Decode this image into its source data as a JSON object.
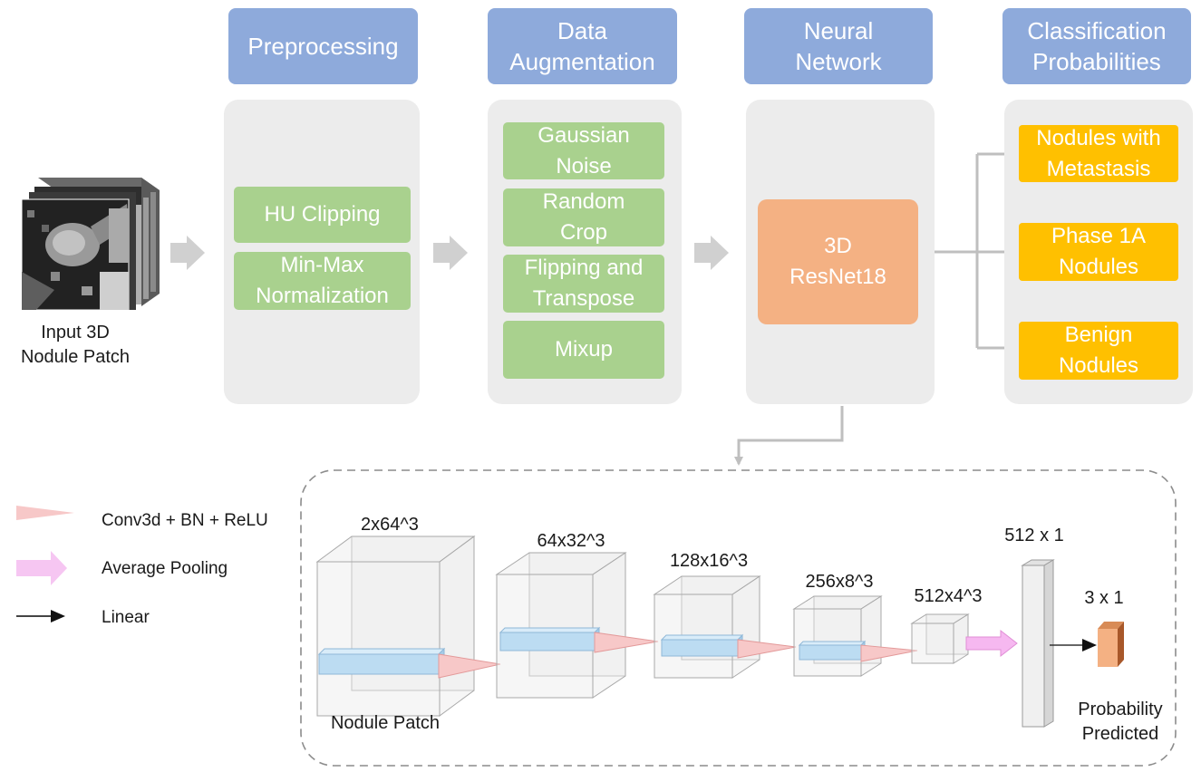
{
  "stages": {
    "preprocessing": "Preprocessing",
    "augmentation": "Data\nAugmentation",
    "network": "Neural\nNetwork",
    "classification": "Classification\nProbabilities"
  },
  "input_label": "Input 3D\nNodule Patch",
  "preprocessing_steps": [
    "HU Clipping",
    "Min-Max\nNormalization"
  ],
  "augmentation_steps": [
    "Gaussian\nNoise",
    "Random\nCrop",
    "Flipping and\nTranspose",
    "Mixup"
  ],
  "network_model": "3D\nResNet18",
  "classes": [
    "Nodules with\nMetastasis",
    "Phase 1A\nNodules",
    "Benign\nNodules"
  ],
  "legend": {
    "conv": "Conv3d + BN + ReLU",
    "pool": "Average Pooling",
    "linear": "Linear"
  },
  "architecture": {
    "layers": [
      "2x64^3",
      "64x32^3",
      "128x16^3",
      "256x8^3",
      "512x4^3",
      "512 x 1",
      "3 x 1"
    ],
    "nodule_patch_label": "Nodule Patch",
    "output_label": "Probability\nPredicted"
  },
  "colors": {
    "header": "#8eaadb",
    "panel": "#ececec",
    "green": "#a9d18e",
    "yellow": "#ffc000",
    "orange": "#f4b183",
    "arrow_gray": "#d0d0d0",
    "conv_pink": "#f7c8c8",
    "pool_pink": "#f6b8f0",
    "slab_blue": "#bcdcf2"
  }
}
